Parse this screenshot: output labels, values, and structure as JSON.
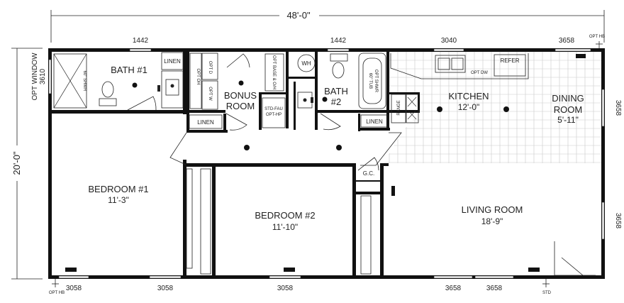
{
  "overall": {
    "width": "48'-0\"",
    "depth": "20'-0\""
  },
  "rooms": {
    "bath1": "BATH #1",
    "bonus_room": [
      "BONUS",
      "ROOM"
    ],
    "bath2": [
      "BATH",
      "#2"
    ],
    "kitchen": {
      "name": "KITCHEN",
      "dim": "12'-0\""
    },
    "dining": {
      "name": [
        "DINING",
        "ROOM"
      ],
      "dim": "5'-11\""
    },
    "bedroom1": {
      "name": "BEDROOM #1",
      "dim": "11'-3\""
    },
    "bedroom2": {
      "name": "BEDROOM #2",
      "dim": "11'-10\""
    },
    "living": {
      "name": "LIVING ROOM",
      "dim": "18'-9\""
    }
  },
  "fixtures": {
    "linen": "LINEN",
    "shower": "60\" SHWR",
    "opt_oh": "OPT OH",
    "opt_d": "OPT D",
    "opt_w": "OPT W",
    "opt_base": "OPT BASE & O/H",
    "wh": "WH",
    "tub": [
      "60\" TUB",
      "OPT SHWR"
    ],
    "fau": [
      "STD-FAU",
      "OPT-HP"
    ],
    "refer": "REFER",
    "opt_dw": "OPT DW",
    "range": "RANGE",
    "gc": "G.C."
  },
  "windows": {
    "top": [
      "1442",
      "1442",
      "3040",
      "3658"
    ],
    "left": [
      "OPT WINDOW",
      "3610"
    ],
    "right": [
      "3658",
      "3658"
    ],
    "bottom": [
      "3058",
      "3058",
      "3058",
      "3658",
      "3658"
    ]
  },
  "notes": {
    "opt_hb": "OPT HB",
    "std": "STD"
  }
}
